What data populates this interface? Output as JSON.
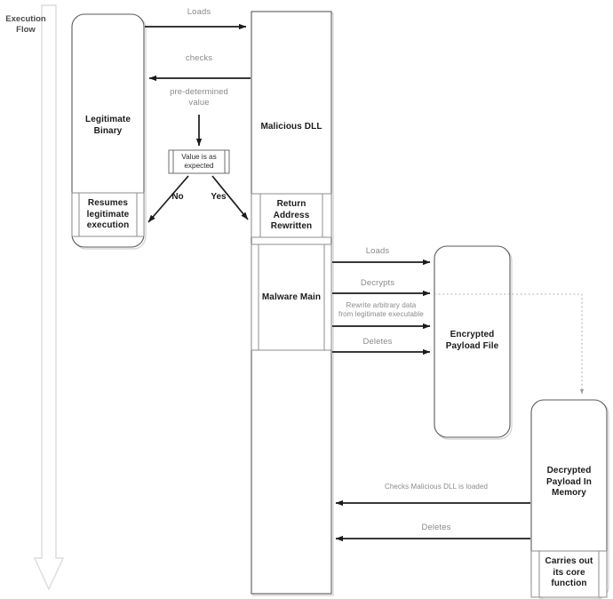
{
  "diagram": {
    "title": "Malicious DLL sideloading execution flow sequence diagram",
    "colors": {
      "lifeline_stroke": "#5a5a5a",
      "inner_stroke": "#8c8c8c",
      "arrow": "#1b1b1b",
      "label_gray": "#8a8a8a",
      "flow_arrow": "#d8d8d8",
      "background": "#ffffff",
      "shadow": "#cccccc",
      "dotted": "#b4b4b4"
    },
    "flow_axis": {
      "label": "Execution\nFlow"
    },
    "lifelines": [
      {
        "id": "legitimate-binary",
        "label": "Legitimate\nBinary",
        "shape": "rounded"
      },
      {
        "id": "malicious-dll",
        "label": "Malicious DLL",
        "shape": "rect"
      },
      {
        "id": "encrypted-payload-file",
        "label": "Encrypted\nPayload File",
        "shape": "rounded"
      },
      {
        "id": "decrypted-payload-in-memory",
        "label": "Decrypted\nPayload In\nMemory",
        "shape": "rounded"
      }
    ],
    "activations": [
      {
        "id": "resumes-legitimate-execution",
        "label": "Resumes\nlegitimate\nexecution",
        "parent": "legitimate-binary"
      },
      {
        "id": "return-address-rewritten",
        "label": "Return\nAddress\nRewritten",
        "parent": "malicious-dll"
      },
      {
        "id": "malware-main",
        "label": "Malware Main",
        "parent": "malicious-dll"
      },
      {
        "id": "carries-out-its-core-function",
        "label": "Carries out\nits core\nfunction",
        "parent": "decrypted-payload-in-memory"
      }
    ],
    "decision": {
      "id": "value-is-as-expected",
      "label": "Value is as\nexpected",
      "branches": [
        {
          "id": "branch-no",
          "label": "No",
          "target": "resumes-legitimate-execution"
        },
        {
          "id": "branch-yes",
          "label": "Yes",
          "target": "return-address-rewritten"
        }
      ]
    },
    "messages": [
      {
        "id": "msg-loads-dll",
        "label": "Loads",
        "from": "legitimate-binary",
        "to": "malicious-dll",
        "direction": "right",
        "style": "solid"
      },
      {
        "id": "msg-checks",
        "label": "checks",
        "from": "malicious-dll",
        "to": "legitimate-binary",
        "direction": "left",
        "style": "solid"
      },
      {
        "id": "msg-pre-determined-value",
        "label": "pre-determined\nvalue",
        "from": "legitimate-binary",
        "to": "value-is-as-expected",
        "direction": "down",
        "style": "solid"
      },
      {
        "id": "msg-loads-payload",
        "label": "Loads",
        "from": "malware-main",
        "to": "encrypted-payload-file",
        "direction": "right",
        "style": "solid"
      },
      {
        "id": "msg-decrypts",
        "label": "Decrypts",
        "from": "malware-main",
        "to": "encrypted-payload-file",
        "direction": "right",
        "style": "solid"
      },
      {
        "id": "msg-rewrite-arbitrary-data",
        "label": "Rewrite arbitrary data\nfrom legitimate executable",
        "from": "malware-main",
        "to": "encrypted-payload-file",
        "direction": "right",
        "style": "solid"
      },
      {
        "id": "msg-deletes-payload-file",
        "label": "Deletes",
        "from": "malware-main",
        "to": "encrypted-payload-file",
        "direction": "right",
        "style": "solid"
      },
      {
        "id": "msg-decrypt-to-memory",
        "label": "",
        "from": "encrypted-payload-file",
        "to": "decrypted-payload-in-memory",
        "direction": "right-down",
        "style": "dotted"
      },
      {
        "id": "msg-checks-malicious-dll-is-loaded",
        "label": "Checks Malicious DLL is loaded",
        "from": "decrypted-payload-in-memory",
        "to": "malicious-dll",
        "direction": "left",
        "style": "solid"
      },
      {
        "id": "msg-deletes-dll",
        "label": "Deletes",
        "from": "decrypted-payload-in-memory",
        "to": "malicious-dll",
        "direction": "left",
        "style": "solid"
      }
    ]
  }
}
